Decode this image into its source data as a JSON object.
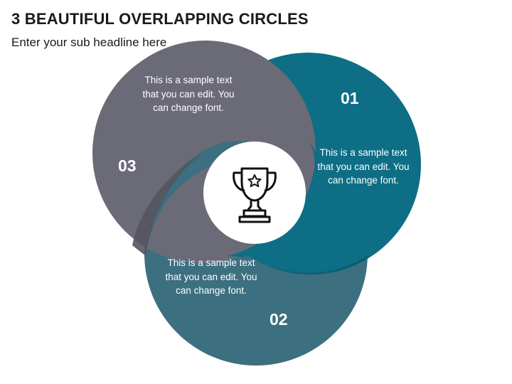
{
  "header": {
    "title": "3 BEAUTIFUL OVERLAPPING CIRCLES",
    "subtitle": "Enter your sub headline here"
  },
  "segments": [
    {
      "number": "01",
      "text": "This is a sample text that you can edit. You can change font.",
      "color": "#0d6e85"
    },
    {
      "number": "02",
      "text": "This is a sample text that you can edit. You can change font.",
      "color": "#3c6f80"
    },
    {
      "number": "03",
      "text": "This is a sample text that you can edit. You can change font.",
      "color": "#6b6b78"
    }
  ],
  "center": {
    "icon": "trophy-icon",
    "color": "#ffffff"
  }
}
